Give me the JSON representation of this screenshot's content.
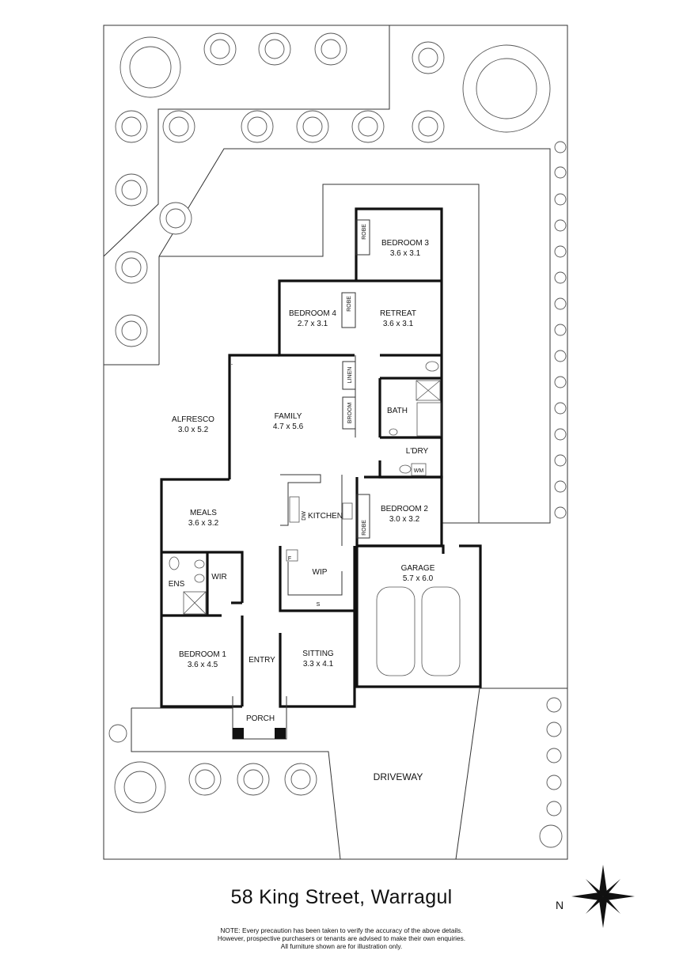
{
  "rooms": {
    "bedroom3": {
      "name": "BEDROOM 3",
      "dim": "3.6 x 3.1"
    },
    "bedroom4": {
      "name": "BEDROOM 4",
      "dim": "2.7 x 3.1"
    },
    "retreat": {
      "name": "RETREAT",
      "dim": "3.6 x 3.1"
    },
    "alfresco": {
      "name": "ALFRESCO",
      "dim": "3.0 x 5.2"
    },
    "family": {
      "name": "FAMILY",
      "dim": "4.7 x 5.6"
    },
    "bath": {
      "name": "BATH"
    },
    "laundry": {
      "name": "L'DRY"
    },
    "meals": {
      "name": "MEALS",
      "dim": "3.6 x 3.2"
    },
    "kitchen": {
      "name": "KITCHEN"
    },
    "bedroom2": {
      "name": "BEDROOM 2",
      "dim": "3.0 x 3.2"
    },
    "ensuite": {
      "name": "ENS"
    },
    "wir": {
      "name": "WIR"
    },
    "wip": {
      "name": "WIP"
    },
    "garage": {
      "name": "GARAGE",
      "dim": "5.7 x 6.0"
    },
    "bedroom1": {
      "name": "BEDROOM 1",
      "dim": "3.6 x 4.5"
    },
    "entry": {
      "name": "ENTRY"
    },
    "sitting": {
      "name": "SITTING",
      "dim": "3.3 x 4.1"
    },
    "porch": {
      "name": "PORCH"
    },
    "driveway": {
      "name": "DRIVEWAY"
    }
  },
  "fixtures": {
    "robe": "ROBE",
    "linen": "LINEN",
    "broom": "BROOM",
    "dishwasher": "DW",
    "washing_machine": "WM",
    "fridge": "F",
    "shelf": "S"
  },
  "address": "58 King Street, Warragul",
  "note": [
    "NOTE: Every precaution has been taken to verify the accuracy of the above details.",
    "However, prospective purchasers or tenants are advised to make their own enquiries.",
    "All furniture shown are for illustration only."
  ],
  "compass": {
    "label": "N",
    "icon": "compass-rose-icon"
  },
  "colors": {
    "line": "#111111",
    "background": "#ffffff"
  }
}
